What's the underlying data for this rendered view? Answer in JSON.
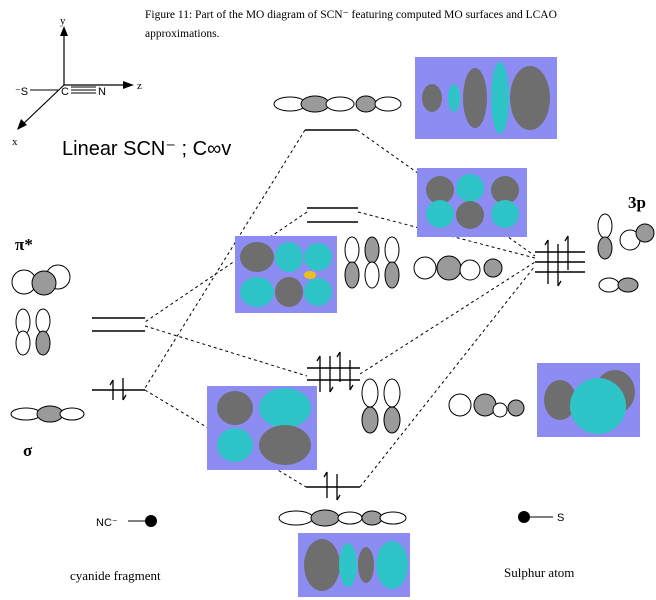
{
  "caption": {
    "line1": "Figure 11: Part of the MO diagram of SCN⁻ featuring computed MO surfaces and LCAO",
    "line2": "approximations."
  },
  "axes": {
    "y": "y",
    "z": "z",
    "x": "x",
    "s_atom": "⁻S",
    "c_atom": "C",
    "n_atom": "N"
  },
  "molecule_title": "Linear SCN⁻ ; C∞v",
  "labels": {
    "pi_star": "π*",
    "sigma": "σ",
    "three_p": "3p",
    "nc_fragment": "NC⁻",
    "s_atom": "S",
    "cyanide_fragment": "cyanide fragment",
    "sulphur_atom": "Sulphur atom"
  },
  "colors": {
    "surface_bg": "#8c8cf2",
    "phase_a": "#2fc4c8",
    "phase_b": "#6e6e6e"
  }
}
